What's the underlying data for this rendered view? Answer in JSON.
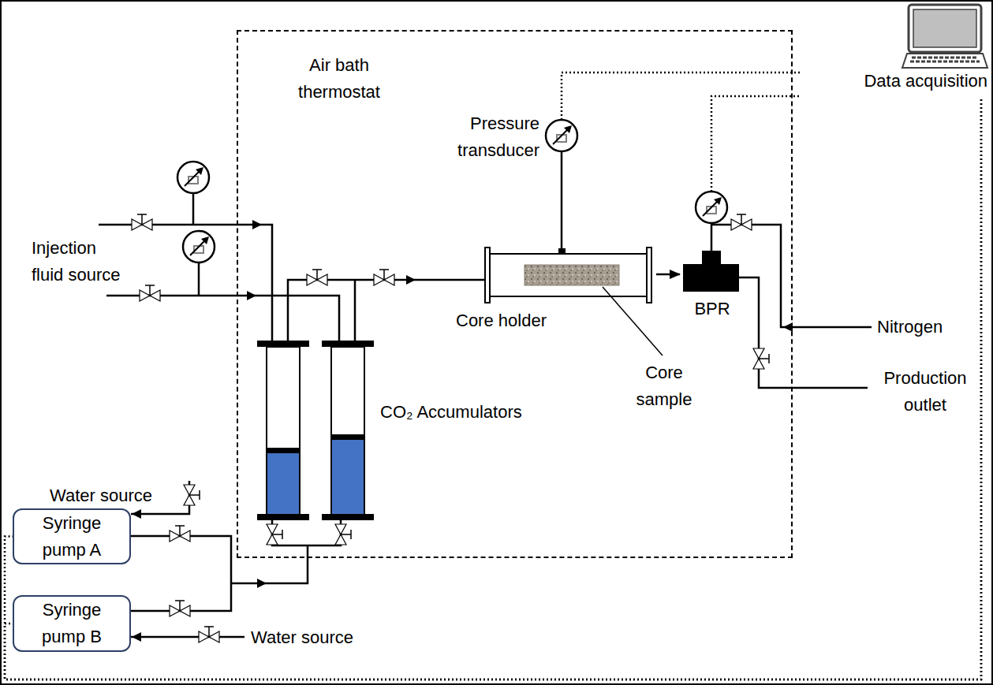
{
  "diagram": {
    "nodes": [
      {
        "text": [
          "Air bath thermostat"
        ]
      },
      {
        "text": [
          "Core holder"
        ],
        "in": 0
      },
      {
        "text": [
          "BPR"
        ],
        "in": 0
      },
      {
        "text": [
          "Syringe pump A"
        ]
      },
      {
        "text": [
          "Syringe pump B"
        ]
      },
      {
        "text": [
          "Data acquisition"
        ]
      }
    ],
    "edges": [
      {
        "from": 1,
        "to": 2,
        "arrow": "to"
      },
      {
        "from": 5,
        "to": 3,
        "arrow": "none"
      },
      {
        "from": 5,
        "to": 4,
        "arrow": "none"
      }
    ],
    "labels": [
      "Pressure transducer",
      "Injection fluid source",
      "Water source",
      "Water source",
      "CO₂ Accumulators",
      "Core sample",
      "Nitrogen",
      "Production outlet"
    ]
  }
}
